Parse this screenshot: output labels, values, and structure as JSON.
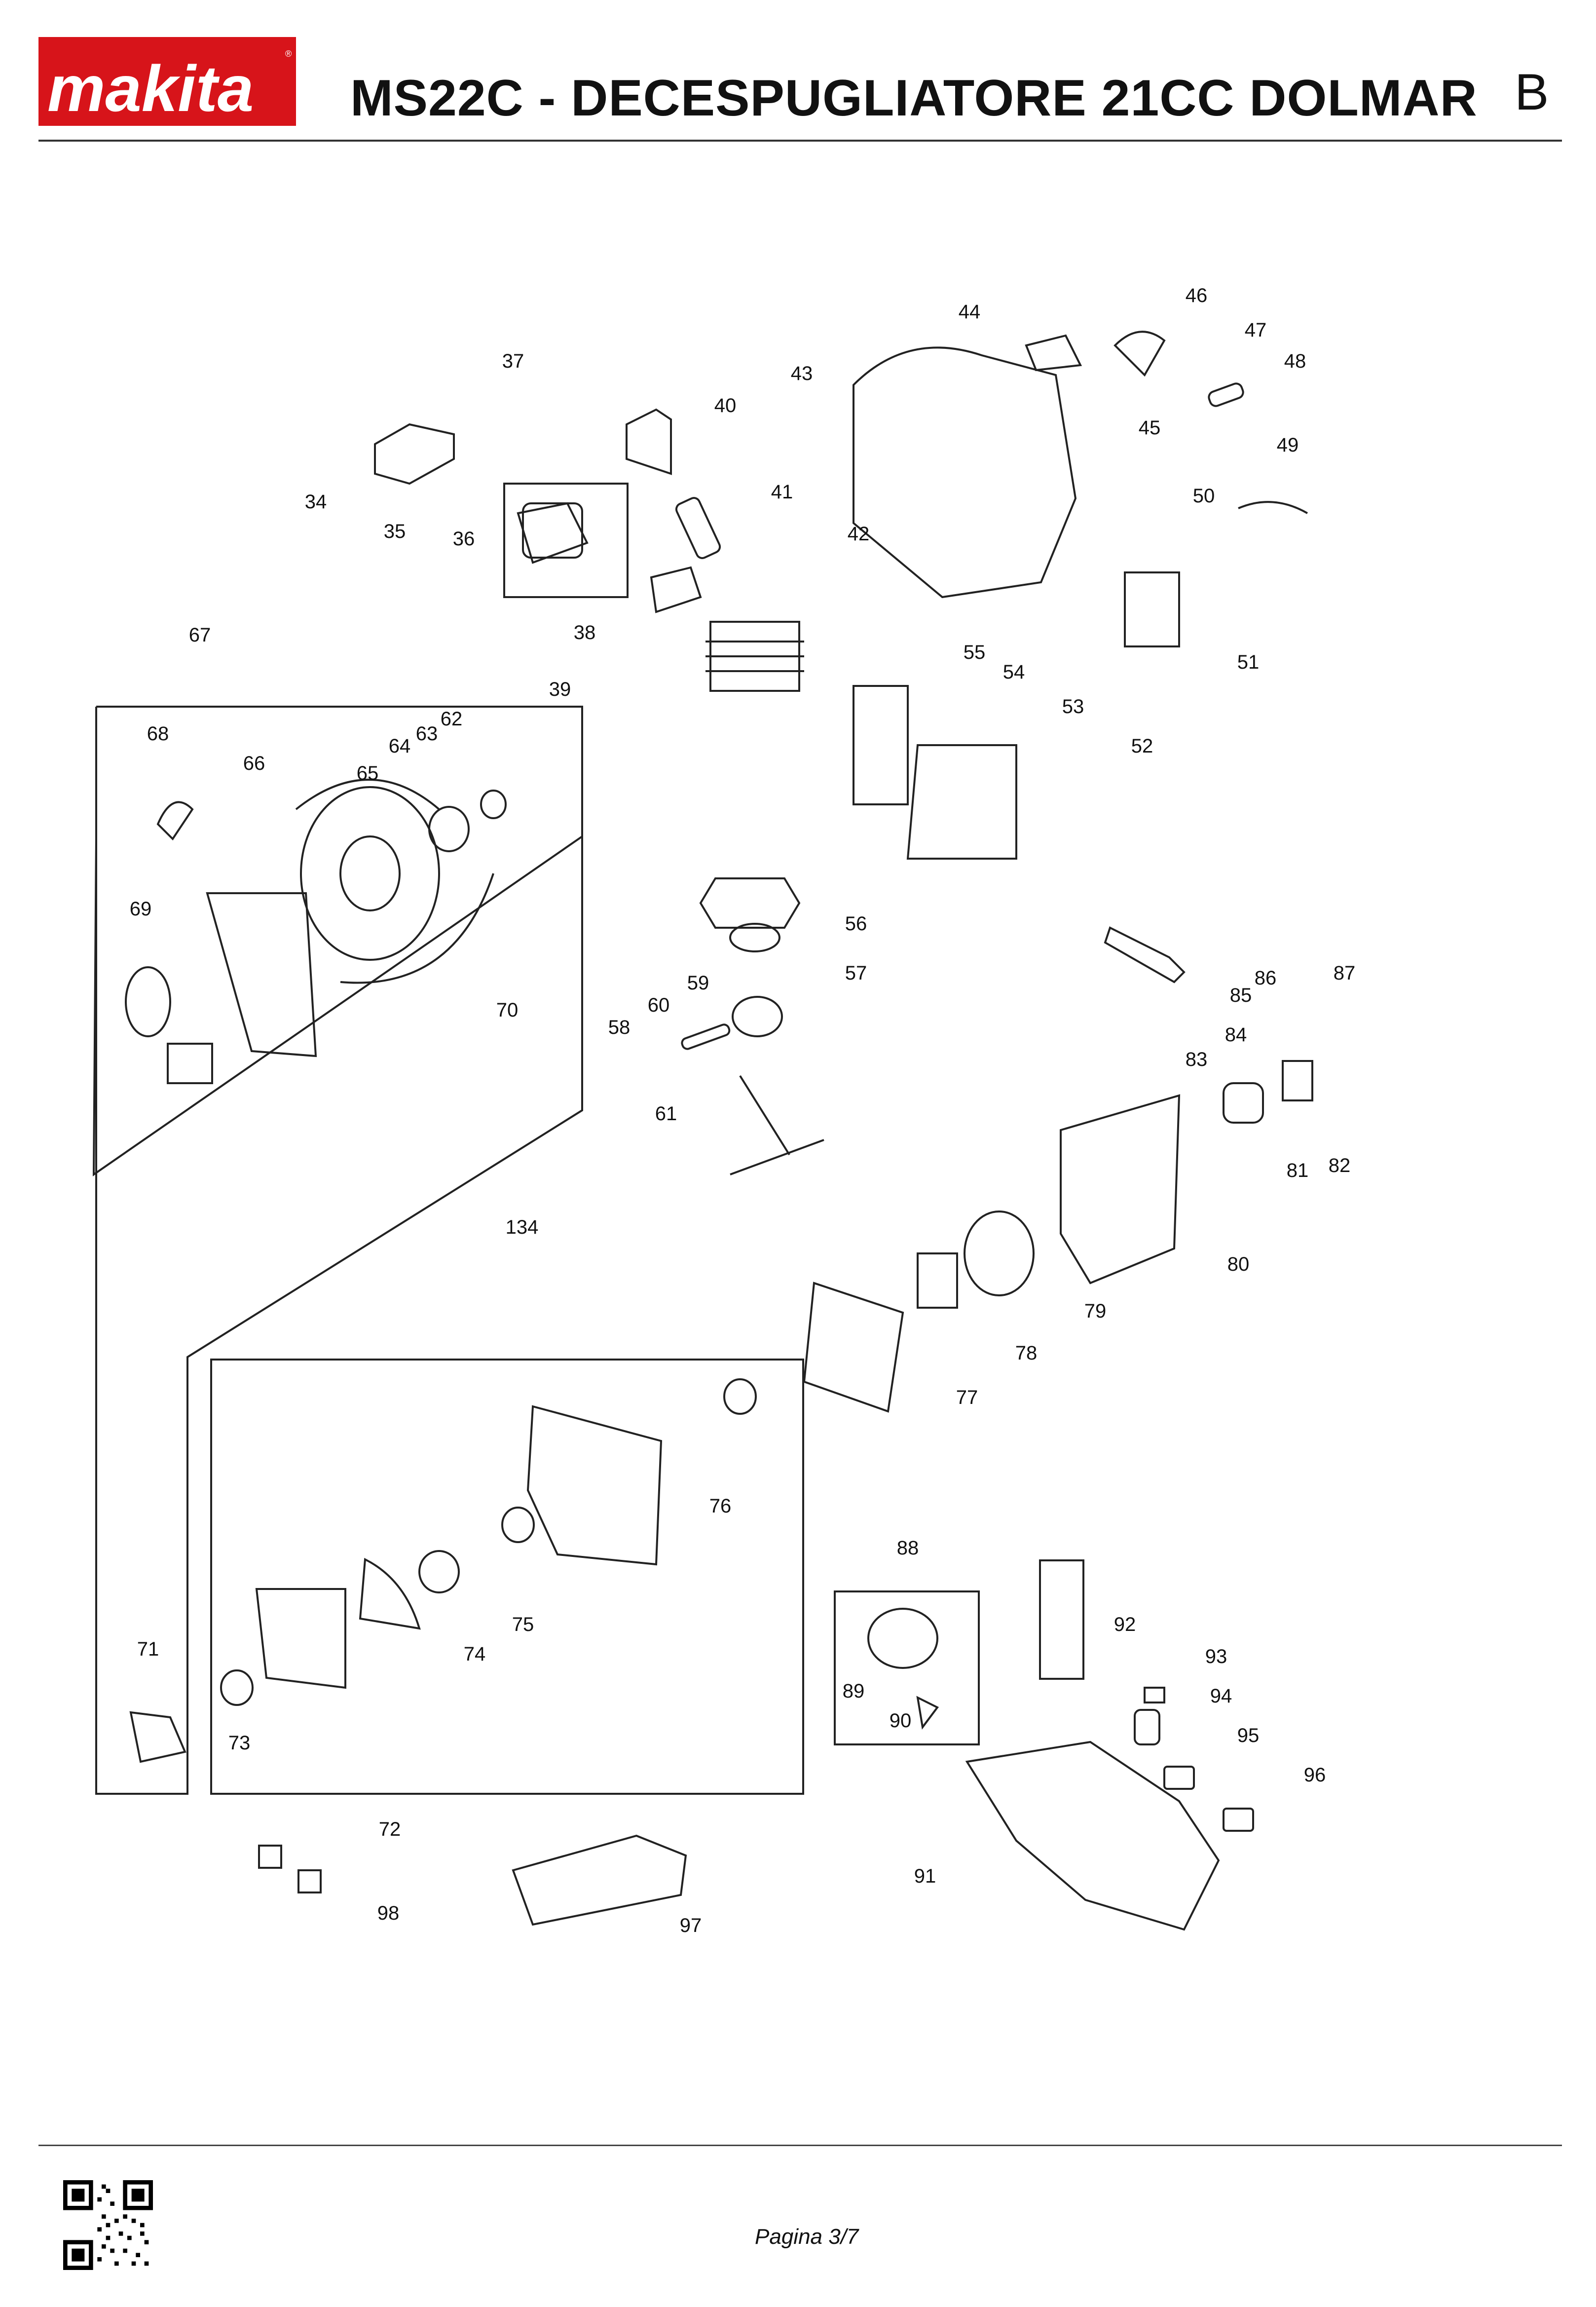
{
  "header": {
    "brand": "makita",
    "title": "MS22C - DECESPUGLIATORE 21CC DOLMAR",
    "page_letter": "B"
  },
  "footer": {
    "page_label": "Pagina 3/7"
  },
  "part_labels": [
    "34",
    "35",
    "36",
    "37",
    "38",
    "39",
    "40",
    "41",
    "42",
    "43",
    "44",
    "45",
    "46",
    "47",
    "48",
    "49",
    "50",
    "51",
    "52",
    "53",
    "54",
    "55",
    "56",
    "57",
    "58",
    "59",
    "60",
    "61",
    "62",
    "63",
    "64",
    "65",
    "66",
    "67",
    "68",
    "69",
    "70",
    "71",
    "72",
    "73",
    "74",
    "75",
    "76",
    "77",
    "78",
    "79",
    "80",
    "81",
    "82",
    "83",
    "84",
    "85",
    "86",
    "87",
    "88",
    "89",
    "90",
    "91",
    "92",
    "93",
    "94",
    "95",
    "96",
    "97",
    "98",
    "134"
  ],
  "colors": {
    "brand_red": "#d7141a",
    "ink": "#111111"
  }
}
